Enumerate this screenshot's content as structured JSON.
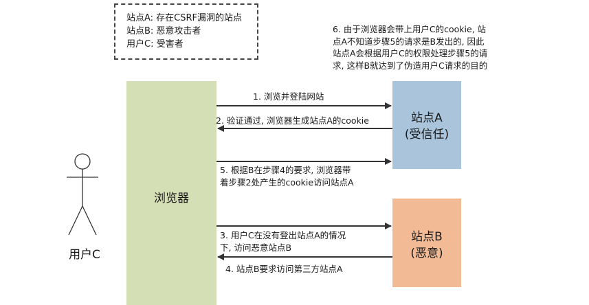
{
  "legend": {
    "line1": "站点A: 存在CSRF漏洞的站点",
    "line2": "站点B: 恶意攻击者",
    "line3": "用户C: 受害者"
  },
  "note6": {
    "line1": "6. 由于浏览器会带上用户C的cookie, 站",
    "line2": "点A不知道步骤5的请求是B发出的, 因此",
    "line3": "站点A会根据用户C的权限处理步骤5的请",
    "line4": "求, 这样B就达到了伪造用户C请求的目的"
  },
  "browser": {
    "label": "浏览器",
    "color": "#d5dfb5"
  },
  "site_a": {
    "line1": "站点A",
    "line2": "(受信任)",
    "color": "#a9c4db"
  },
  "site_b": {
    "line1": "站点B",
    "line2": "(恶意)",
    "color": "#f3bb95"
  },
  "user": {
    "label": "用户C"
  },
  "steps": {
    "s1": "1. 浏览并登陆网站",
    "s2": "2. 验证通过, 浏览器生成站点A的cookie",
    "s5_line1": "5. 根据B在步骤4的要求, 浏览器带",
    "s5_line2": "着步骤2处产生的cookie访问站点A",
    "s3_line1": "3. 用户C在没有登出站点A的情况",
    "s3_line2": "下, 访问恶意站点B",
    "s4": "4. 站点B要求访问第三方站点A"
  }
}
